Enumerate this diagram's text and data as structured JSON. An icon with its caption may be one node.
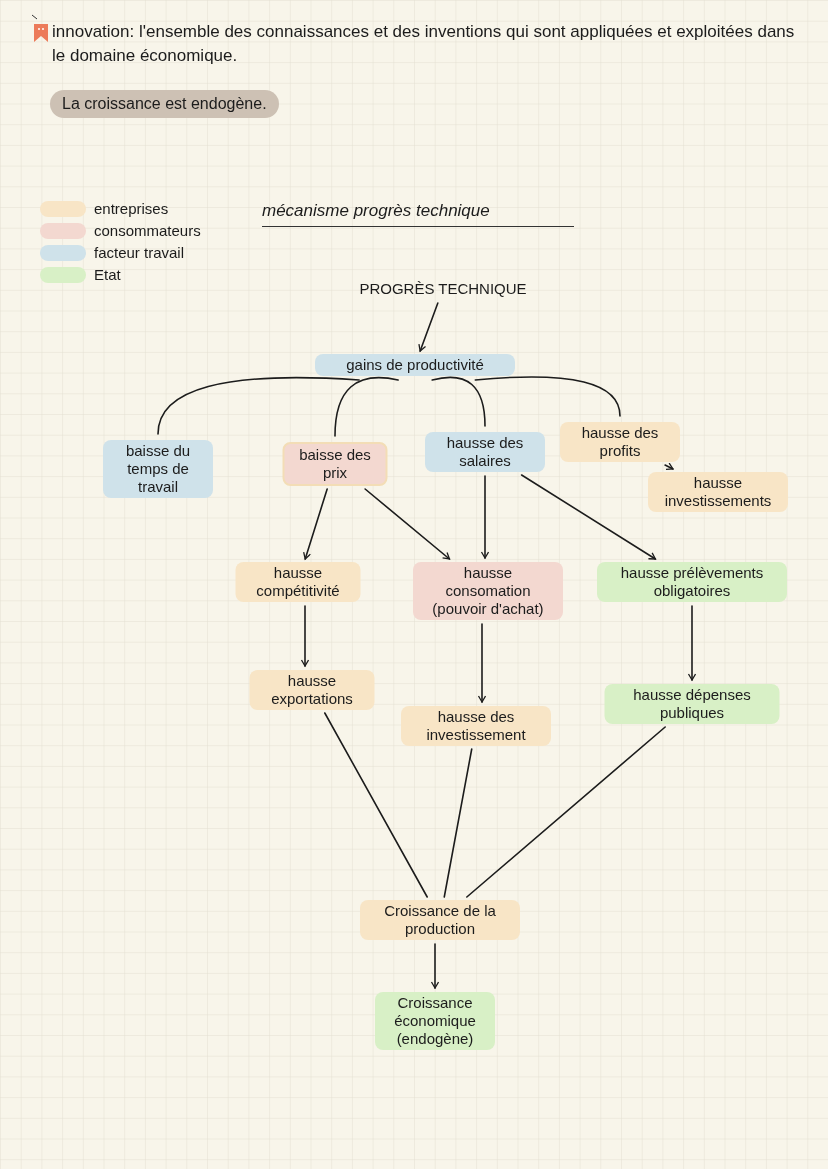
{
  "diagram": {
    "title": "mécanisme progrès technique",
    "nodes": [
      {
        "text": [
          "PROGRÈS TECHNIQUE"
        ]
      },
      {
        "text": [
          "gains de productivité"
        ]
      },
      {
        "text": [
          "baisse du temps de travail"
        ]
      },
      {
        "text": [
          "baisse des prix"
        ]
      },
      {
        "text": [
          "hausse des salaires"
        ]
      },
      {
        "text": [
          "hausse des profits"
        ]
      },
      {
        "text": [
          "hausse investissements"
        ]
      },
      {
        "text": [
          "hausse compétitivité"
        ]
      },
      {
        "text": [
          "hausse consomation (pouvoir d'achat)"
        ]
      },
      {
        "text": [
          "hausse prélèvements obligatoires"
        ]
      },
      {
        "text": [
          "hausse exportations"
        ]
      },
      {
        "text": [
          "hausse des investissement"
        ]
      },
      {
        "text": [
          "hausse dépenses publiques"
        ]
      },
      {
        "text": [
          "Croissance de la production"
        ]
      },
      {
        "text": [
          "Croissance économique (endogène)"
        ]
      }
    ],
    "edges": [
      {
        "from": 0,
        "to": 1,
        "arrow": "to"
      },
      {
        "from": 1,
        "to": 2,
        "arrow": "none"
      },
      {
        "from": 1,
        "to": 3,
        "arrow": "none"
      },
      {
        "from": 1,
        "to": 4,
        "arrow": "none"
      },
      {
        "from": 1,
        "to": 5,
        "arrow": "none"
      },
      {
        "from": 5,
        "to": 6,
        "arrow": "to"
      },
      {
        "from": 3,
        "to": 7,
        "arrow": "to"
      },
      {
        "from": 3,
        "to": 8,
        "arrow": "to"
      },
      {
        "from": 4,
        "to": 8,
        "arrow": "to"
      },
      {
        "from": 4,
        "to": 9,
        "arrow": "to"
      },
      {
        "from": 7,
        "to": 10,
        "arrow": "to"
      },
      {
        "from": 8,
        "to": 11,
        "arrow": "to"
      },
      {
        "from": 9,
        "to": 12,
        "arrow": "to"
      },
      {
        "from": 10,
        "to": 13,
        "arrow": "none"
      },
      {
        "from": 11,
        "to": 13,
        "arrow": "none"
      },
      {
        "from": 12,
        "to": 13,
        "arrow": "none"
      },
      {
        "from": 13,
        "to": 14,
        "arrow": "to"
      }
    ],
    "labels": [
      "innovation: l'ensemble des connaissances et des inventions qui sont appliquées et exploitées dans le domaine économique.",
      "La croissance est endogène."
    ],
    "legend": [
      {
        "text": "entreprises",
        "color": "#f8e5c6"
      },
      {
        "text": "consommateurs",
        "color": "#f3d8d0"
      },
      {
        "text": "facteur travail",
        "color": "#cfe2ea"
      },
      {
        "text": "Etat",
        "color": "#d8f0c6"
      }
    ]
  }
}
